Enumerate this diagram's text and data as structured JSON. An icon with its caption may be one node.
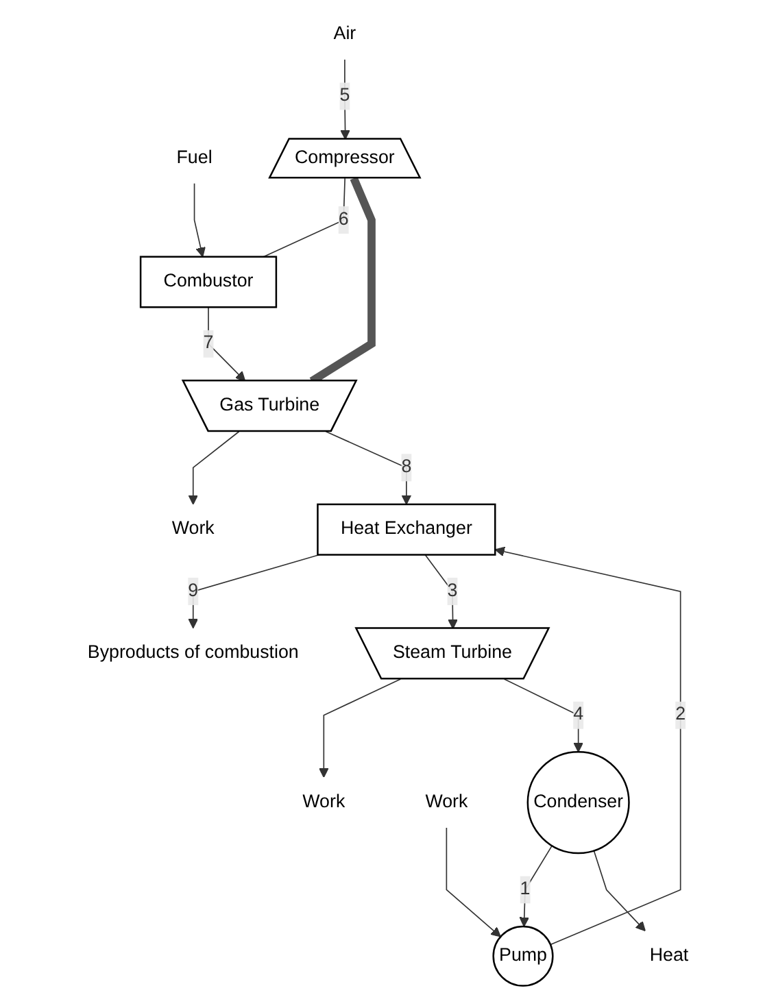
{
  "diagram": {
    "nodes": [
      {
        "text": [
          "Fuel"
        ]
      },
      {
        "text": [
          "Combustor"
        ]
      },
      {
        "text": [
          "Compressor"
        ]
      },
      {
        "text": [
          "Gas Turbine"
        ]
      },
      {
        "text": [
          "Work"
        ]
      },
      {
        "text": [
          "Air"
        ]
      },
      {
        "text": [
          "Heat Exchanger"
        ]
      },
      {
        "text": [
          "Byproducts of combustion"
        ]
      },
      {
        "text": [
          "Steam Turbine"
        ]
      },
      {
        "text": [
          "Work"
        ]
      },
      {
        "text": [
          "Work"
        ]
      },
      {
        "text": [
          "Pump"
        ]
      },
      {
        "text": [
          "Condenser"
        ]
      },
      {
        "text": [
          "Heat"
        ]
      }
    ],
    "edges": [
      {
        "from": 0,
        "to": 1,
        "arrow": "to"
      },
      {
        "from": 2,
        "to": 1,
        "label": "6",
        "arrow": "none"
      },
      {
        "from": 1,
        "to": 3,
        "label": "7",
        "arrow": "to"
      },
      {
        "from": 2,
        "to": 3,
        "arrow": "none",
        "style": "thick",
        "color": "#555555"
      },
      {
        "from": 3,
        "to": 4,
        "arrow": "to"
      },
      {
        "from": 5,
        "to": 2,
        "label": "5",
        "arrow": "to"
      },
      {
        "from": 3,
        "to": 6,
        "label": "8",
        "arrow": "to"
      },
      {
        "from": 6,
        "to": 7,
        "label": "9",
        "arrow": "to"
      },
      {
        "from": 6,
        "to": 8,
        "label": "3",
        "arrow": "to"
      },
      {
        "from": 8,
        "to": 9,
        "arrow": "to"
      },
      {
        "from": 8,
        "to": 12,
        "label": "4",
        "arrow": "to"
      },
      {
        "from": 12,
        "to": 11,
        "label": "1",
        "arrow": "to"
      },
      {
        "from": 11,
        "to": 6,
        "label": "2",
        "arrow": "to"
      },
      {
        "from": 10,
        "to": 11,
        "arrow": "to"
      },
      {
        "from": 12,
        "to": 13,
        "arrow": "to"
      }
    ]
  }
}
